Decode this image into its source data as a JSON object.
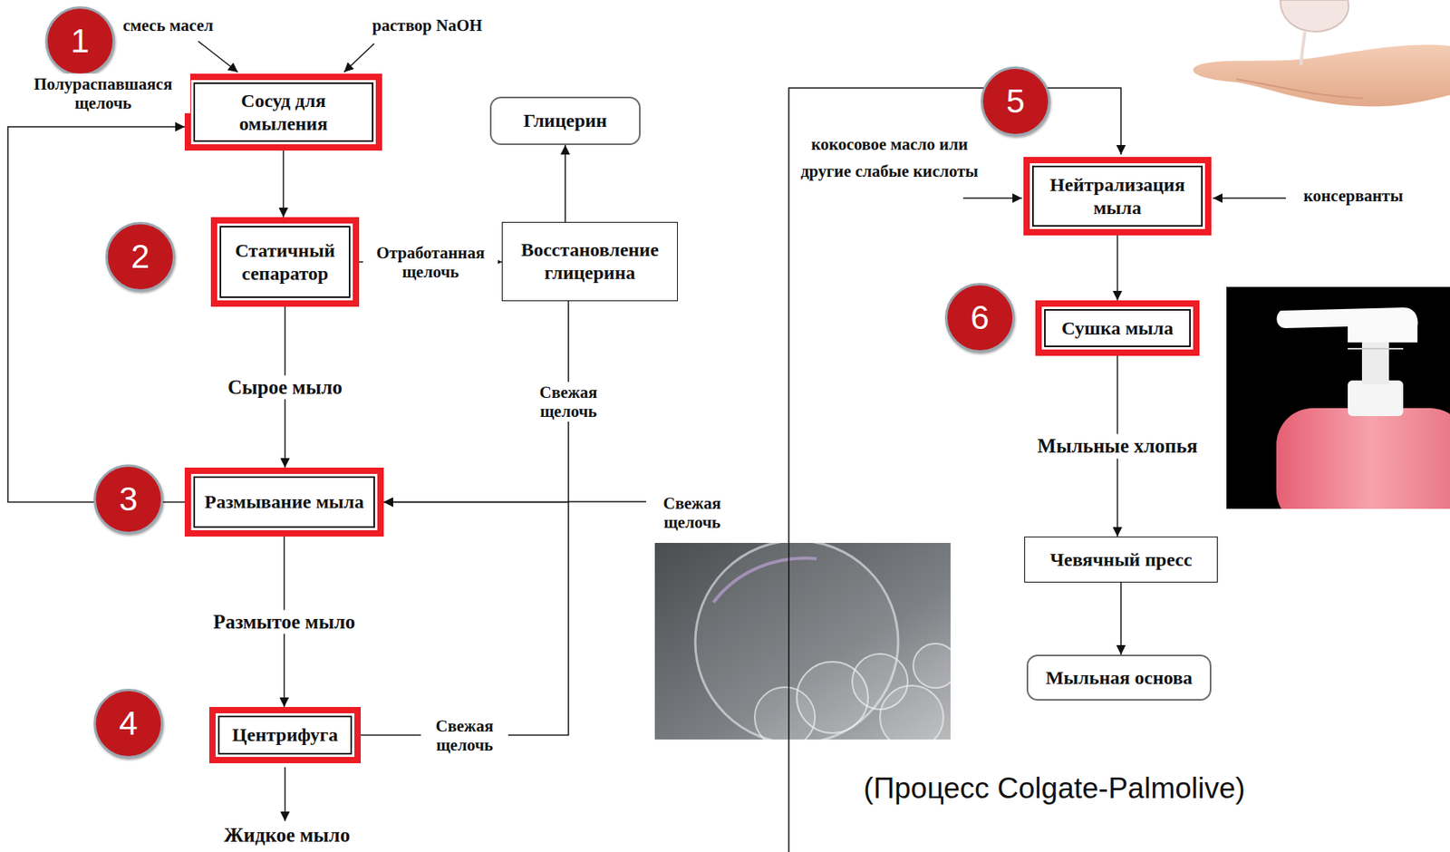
{
  "diagram": {
    "caption": "(Процесс Colgate-Palmolive)",
    "nodes": [
      {
        "text": [
          "Сосуд для омыления"
        ]
      },
      {
        "text": [
          "Глицерин"
        ]
      },
      {
        "text": [
          "Статичный сепаратор"
        ]
      },
      {
        "text": [
          "Восстановление глицерина"
        ]
      },
      {
        "text": [
          "Размывание мыла"
        ]
      },
      {
        "text": [
          "Центрифуга"
        ]
      },
      {
        "text": [
          "Нейтрализация мыла"
        ]
      },
      {
        "text": [
          "Сушка мыла"
        ]
      },
      {
        "text": [
          "Чевячный пресс"
        ]
      },
      {
        "text": [
          "Мыльная основа"
        ]
      }
    ],
    "edges": [
      {
        "from": 0,
        "to": 2,
        "arrow": "to"
      },
      {
        "from": 2,
        "to": 3,
        "label": "Отработанная щелочь",
        "arrow": "to"
      },
      {
        "from": 3,
        "to": 1,
        "arrow": "to"
      },
      {
        "from": 3,
        "to": 4,
        "label": "Свежая щелочь",
        "arrow": "to"
      },
      {
        "from": 5,
        "to": 4,
        "label": "Свежая щелочь",
        "arrow": "to"
      },
      {
        "from": 4,
        "to": 0,
        "label": "Полураспавшаяся щелочь",
        "arrow": "to"
      },
      {
        "from": 2,
        "to": 4,
        "label": "Сырое мыло",
        "arrow": "to"
      },
      {
        "from": 4,
        "to": 5,
        "label": "Размытое мыло",
        "arrow": "to"
      },
      {
        "from": 6,
        "to": 7,
        "arrow": "to"
      },
      {
        "from": 7,
        "to": 8,
        "label": "Мыльные хлопья",
        "arrow": "to"
      },
      {
        "from": 8,
        "to": 9,
        "arrow": "to"
      }
    ],
    "labels": [
      "1",
      "смесь масел",
      "раствор NaOH",
      "2",
      "3",
      "Свежая щелочь",
      "4",
      "Жидкое мыло",
      "5",
      "кокосовое масло или другие слабые кислоты",
      "консерванты",
      "6"
    ]
  }
}
